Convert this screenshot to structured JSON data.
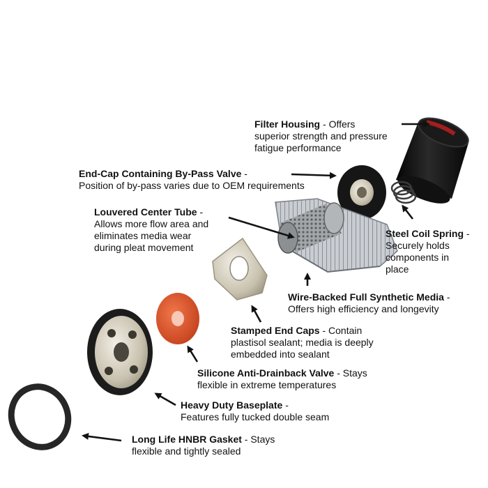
{
  "labels": {
    "filter_housing": {
      "title": "Filter Housing",
      "lines": [
        "- Offers",
        "superior strength and pressure",
        "fatigue performance"
      ]
    },
    "end_cap": {
      "title": "End-Cap Containing By-Pass Valve",
      "lines": [
        "-",
        "Position of by-pass varies due to OEM requirements"
      ]
    },
    "center_tube": {
      "title": "Louvered Center Tube",
      "lines": [
        "-",
        "Allows more flow area and",
        "eliminates media wear",
        "during pleat movement"
      ]
    },
    "coil_spring": {
      "title": "Steel Coil Spring",
      "lines": [
        "-",
        "Securely holds",
        "components in",
        "place"
      ]
    },
    "synthetic_media": {
      "title": "Wire-Backed Full Synthetic Media",
      "lines": [
        "-",
        "Offers high efficiency and longevity"
      ]
    },
    "end_caps": {
      "title": "Stamped End Caps",
      "lines": [
        "- Contain",
        "plastisol sealant; media is deeply",
        "embedded into sealant"
      ]
    },
    "anti_drainback": {
      "title": "Silicone Anti-Drainback Valve",
      "lines": [
        "- Stays",
        "flexible in extreme temperatures"
      ]
    },
    "baseplate": {
      "title": "Heavy Duty Baseplate",
      "lines": [
        "-",
        "Features fully tucked double seam"
      ]
    },
    "gasket": {
      "title": "Long Life HNBR Gasket",
      "lines": [
        "- Stays",
        "flexible and tightly sealed"
      ]
    }
  }
}
